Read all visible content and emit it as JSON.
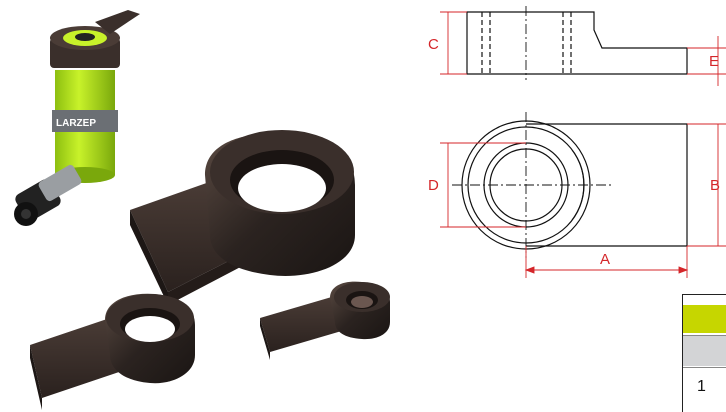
{
  "product_photo": {
    "cylinder_brand": "LARZEP",
    "cylinder_color": "#b5e61d"
  },
  "drawing": {
    "line_color": "#111111",
    "dimension_color": "#d4262a",
    "labels": {
      "c": "C",
      "e": "E",
      "d": "D",
      "b": "B",
      "a": "A"
    }
  },
  "table": {
    "header_color": "#c6d600",
    "row_color": "#d3d4d6",
    "first_cell": "1"
  }
}
